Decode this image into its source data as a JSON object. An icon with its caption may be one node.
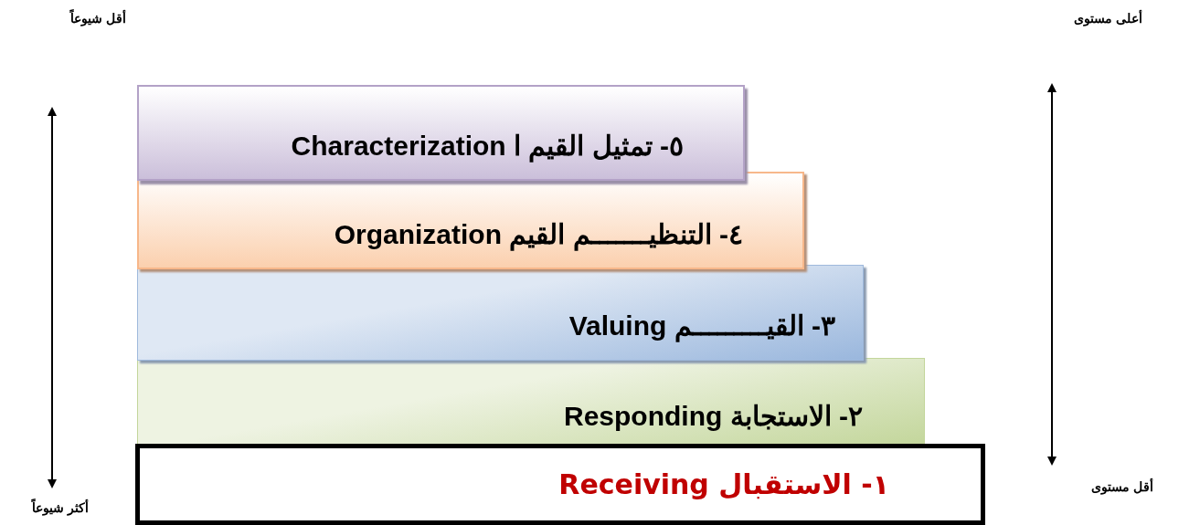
{
  "diagram": {
    "nodes": [
      {
        "text": [
          "٥- تمثيل القيم ا Characterization"
        ]
      },
      {
        "text": [
          "٤- التنظيـــــــم القيم Organization"
        ]
      },
      {
        "text": [
          "٣- القيـــــــــم Valuing"
        ]
      },
      {
        "text": [
          "٢- الاستجابة Responding"
        ]
      },
      {
        "text": [
          "١- الاستقبال Receiving"
        ]
      }
    ],
    "edges": [],
    "labels": [
      "أقل شيوعاً",
      "أعلى مستوى",
      "أكثر شيوعاً",
      "أقل مستوى"
    ]
  }
}
